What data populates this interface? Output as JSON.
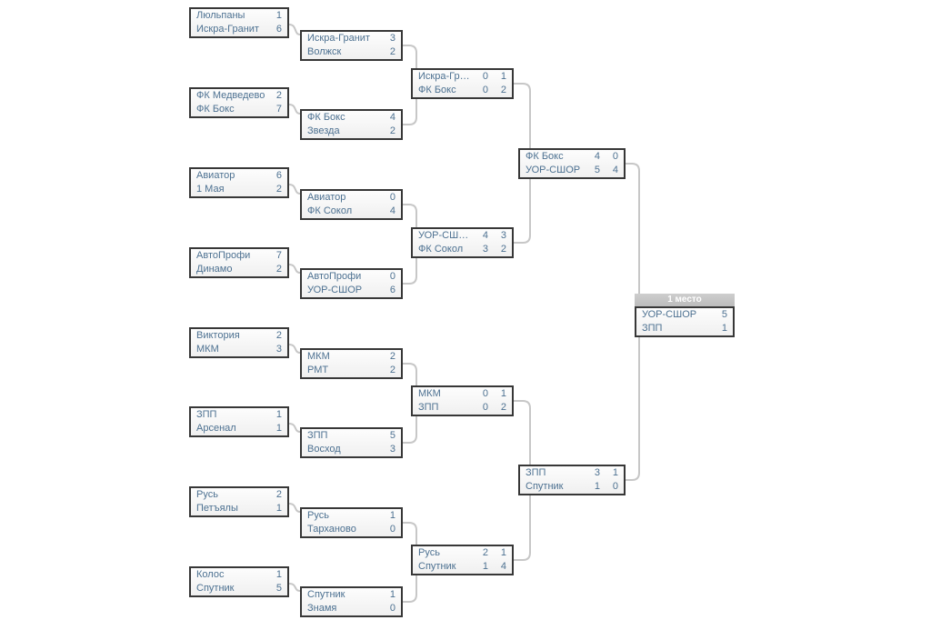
{
  "bracket": {
    "final_label": "1 место",
    "rounds": [
      {
        "matches": [
          {
            "teams": [
              {
                "name": "Люльпаны",
                "scores": [
                  "1"
                ]
              },
              {
                "name": "Искра-Гранит",
                "scores": [
                  "6"
                ]
              }
            ]
          },
          {
            "teams": [
              {
                "name": "ФК Медведево",
                "scores": [
                  "2"
                ]
              },
              {
                "name": "ФК Бокс",
                "scores": [
                  "7"
                ]
              }
            ]
          },
          {
            "teams": [
              {
                "name": "Авиатор",
                "scores": [
                  "6"
                ]
              },
              {
                "name": "1 Мая",
                "scores": [
                  "2"
                ]
              }
            ]
          },
          {
            "teams": [
              {
                "name": "АвтоПрофи",
                "scores": [
                  "7"
                ]
              },
              {
                "name": "Динамо",
                "scores": [
                  "2"
                ]
              }
            ]
          },
          {
            "teams": [
              {
                "name": "Виктория",
                "scores": [
                  "2"
                ]
              },
              {
                "name": "МКМ",
                "scores": [
                  "3"
                ]
              }
            ]
          },
          {
            "teams": [
              {
                "name": "ЗПП",
                "scores": [
                  "1"
                ]
              },
              {
                "name": "Арсенал",
                "scores": [
                  "1"
                ]
              }
            ]
          },
          {
            "teams": [
              {
                "name": "Русь",
                "scores": [
                  "2"
                ]
              },
              {
                "name": "Петъялы",
                "scores": [
                  "1"
                ]
              }
            ]
          },
          {
            "teams": [
              {
                "name": "Колос",
                "scores": [
                  "1"
                ]
              },
              {
                "name": "Спутник",
                "scores": [
                  "5"
                ]
              }
            ]
          }
        ]
      },
      {
        "matches": [
          {
            "teams": [
              {
                "name": "Искра-Гранит",
                "scores": [
                  "3"
                ]
              },
              {
                "name": "Волжск",
                "scores": [
                  "2"
                ]
              }
            ]
          },
          {
            "teams": [
              {
                "name": "ФК Бокс",
                "scores": [
                  "4"
                ]
              },
              {
                "name": "Звезда",
                "scores": [
                  "2"
                ]
              }
            ]
          },
          {
            "teams": [
              {
                "name": "Авиатор",
                "scores": [
                  "0"
                ]
              },
              {
                "name": "ФК Сокол",
                "scores": [
                  "4"
                ]
              }
            ]
          },
          {
            "teams": [
              {
                "name": "АвтоПрофи",
                "scores": [
                  "0"
                ]
              },
              {
                "name": "УОР-СШОР",
                "scores": [
                  "6"
                ]
              }
            ]
          },
          {
            "teams": [
              {
                "name": "МКМ",
                "scores": [
                  "2"
                ]
              },
              {
                "name": "РМТ",
                "scores": [
                  "2"
                ]
              }
            ]
          },
          {
            "teams": [
              {
                "name": "ЗПП",
                "scores": [
                  "5"
                ]
              },
              {
                "name": "Восход",
                "scores": [
                  "3"
                ]
              }
            ]
          },
          {
            "teams": [
              {
                "name": "Русь",
                "scores": [
                  "1"
                ]
              },
              {
                "name": "Тарханово",
                "scores": [
                  "0"
                ]
              }
            ]
          },
          {
            "teams": [
              {
                "name": "Спутник",
                "scores": [
                  "1"
                ]
              },
              {
                "name": "Знамя",
                "scores": [
                  "0"
                ]
              }
            ]
          }
        ]
      },
      {
        "matches": [
          {
            "teams": [
              {
                "name": "Искра-Гран...",
                "scores": [
                  "0",
                  "1"
                ]
              },
              {
                "name": "ФК Бокс",
                "scores": [
                  "0",
                  "2"
                ]
              }
            ]
          },
          {
            "teams": [
              {
                "name": "УОР-СШОР",
                "scores": [
                  "4",
                  "3"
                ]
              },
              {
                "name": "ФК Сокол",
                "scores": [
                  "3",
                  "2"
                ]
              }
            ]
          },
          {
            "teams": [
              {
                "name": "МКМ",
                "scores": [
                  "0",
                  "1"
                ]
              },
              {
                "name": "ЗПП",
                "scores": [
                  "0",
                  "2"
                ]
              }
            ]
          },
          {
            "teams": [
              {
                "name": "Русь",
                "scores": [
                  "2",
                  "1"
                ]
              },
              {
                "name": "Спутник",
                "scores": [
                  "1",
                  "4"
                ]
              }
            ]
          }
        ]
      },
      {
        "matches": [
          {
            "teams": [
              {
                "name": "ФК Бокс",
                "scores": [
                  "4",
                  "0"
                ]
              },
              {
                "name": "УОР-СШОР",
                "scores": [
                  "5",
                  "4"
                ]
              }
            ]
          },
          {
            "teams": [
              {
                "name": "ЗПП",
                "scores": [
                  "3",
                  "1"
                ]
              },
              {
                "name": "Спутник",
                "scores": [
                  "1",
                  "0"
                ]
              }
            ]
          }
        ]
      },
      {
        "matches": [
          {
            "teams": [
              {
                "name": "УОР-СШОР",
                "scores": [
                  "5"
                ]
              },
              {
                "name": "ЗПП",
                "scores": [
                  "1"
                ]
              }
            ]
          }
        ]
      }
    ]
  },
  "colors": {
    "team_text": "#4d7191",
    "box_border": "#373737",
    "connector": "#c7c7c7",
    "final_header_bg": "#c4c4c4",
    "final_header_text": "#ffffff"
  }
}
